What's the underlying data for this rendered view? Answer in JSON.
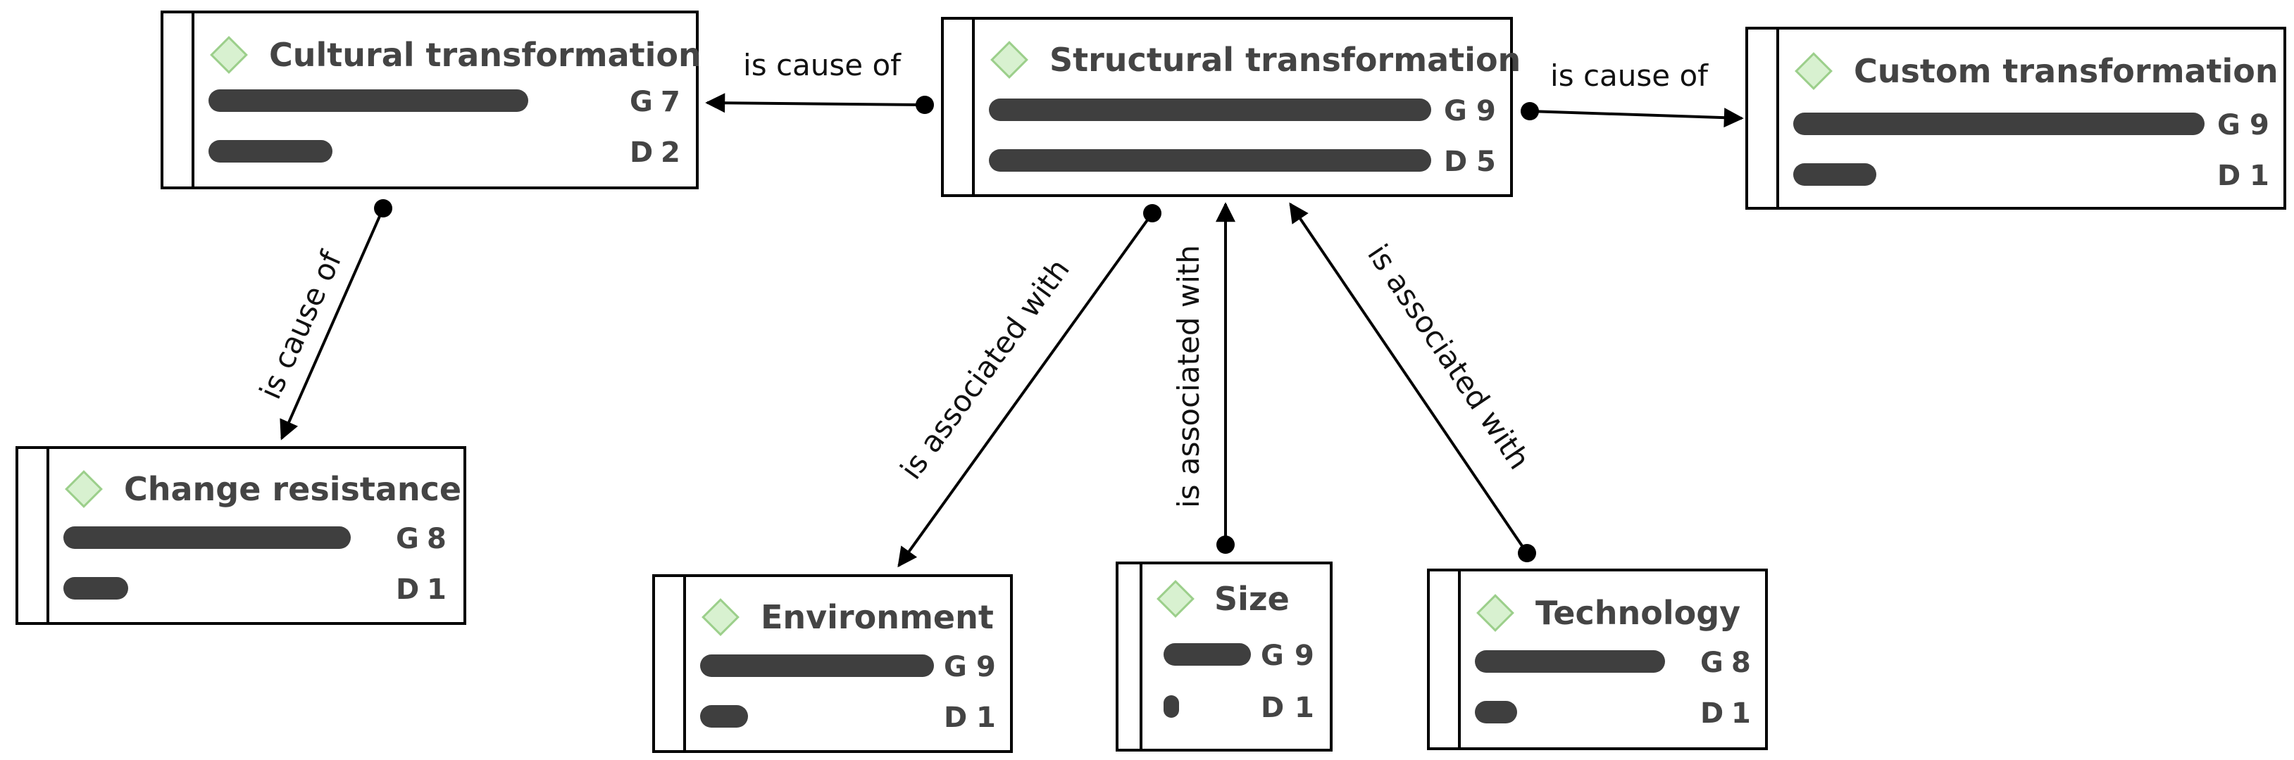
{
  "nodes": {
    "cultural": {
      "title": "Cultural transformation",
      "metrics": [
        {
          "label": "G",
          "value": "7"
        },
        {
          "label": "D",
          "value": "2"
        }
      ]
    },
    "structural": {
      "title": "Structural transformation",
      "metrics": [
        {
          "label": "G",
          "value": "9"
        },
        {
          "label": "D",
          "value": "5"
        }
      ]
    },
    "custom": {
      "title": "Custom transformation",
      "metrics": [
        {
          "label": "G",
          "value": "9"
        },
        {
          "label": "D",
          "value": "1"
        }
      ]
    },
    "change": {
      "title": "Change resistance",
      "metrics": [
        {
          "label": "G",
          "value": "8"
        },
        {
          "label": "D",
          "value": "1"
        }
      ]
    },
    "environment": {
      "title": "Environment",
      "metrics": [
        {
          "label": "G",
          "value": "9"
        },
        {
          "label": "D",
          "value": "1"
        }
      ]
    },
    "size": {
      "title": "Size",
      "metrics": [
        {
          "label": "G",
          "value": "9"
        },
        {
          "label": "D",
          "value": "1"
        }
      ]
    },
    "technology": {
      "title": "Technology",
      "metrics": [
        {
          "label": "G",
          "value": "8"
        },
        {
          "label": "D",
          "value": "1"
        }
      ]
    }
  },
  "relations": {
    "structural_to_cultural": "is cause of",
    "structural_to_custom": "is cause of",
    "cultural_to_change": "is cause of",
    "structural_to_environment": "is associated with",
    "size_to_structural": "is associated with",
    "technology_to_structural": "is associated with"
  },
  "colors": {
    "node_border": "#000000",
    "bar_fill": "#3f3f3f",
    "text": "#444444",
    "icon_fill": "#d8f1d0",
    "icon_border": "#9ccf8b",
    "connector": "#000000"
  },
  "icons": {
    "node_icon": "green-diamond-icon"
  }
}
